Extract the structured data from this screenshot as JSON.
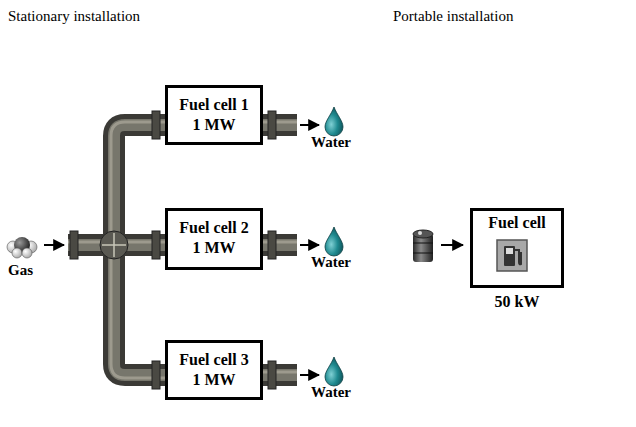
{
  "diagram": {
    "nodes": [
      {
        "text": [
          "Fuel cell 1",
          "1 MW"
        ]
      },
      {
        "text": [
          "Fuel cell 2",
          "1 MW"
        ]
      },
      {
        "text": [
          "Fuel cell 3",
          "1 MW"
        ]
      },
      {
        "text": [
          "Fuel cell",
          "50 kW"
        ]
      }
    ],
    "labels": [
      "Stationary installation",
      "Portable installation",
      "Gas",
      "Water",
      "Water",
      "Water"
    ]
  }
}
